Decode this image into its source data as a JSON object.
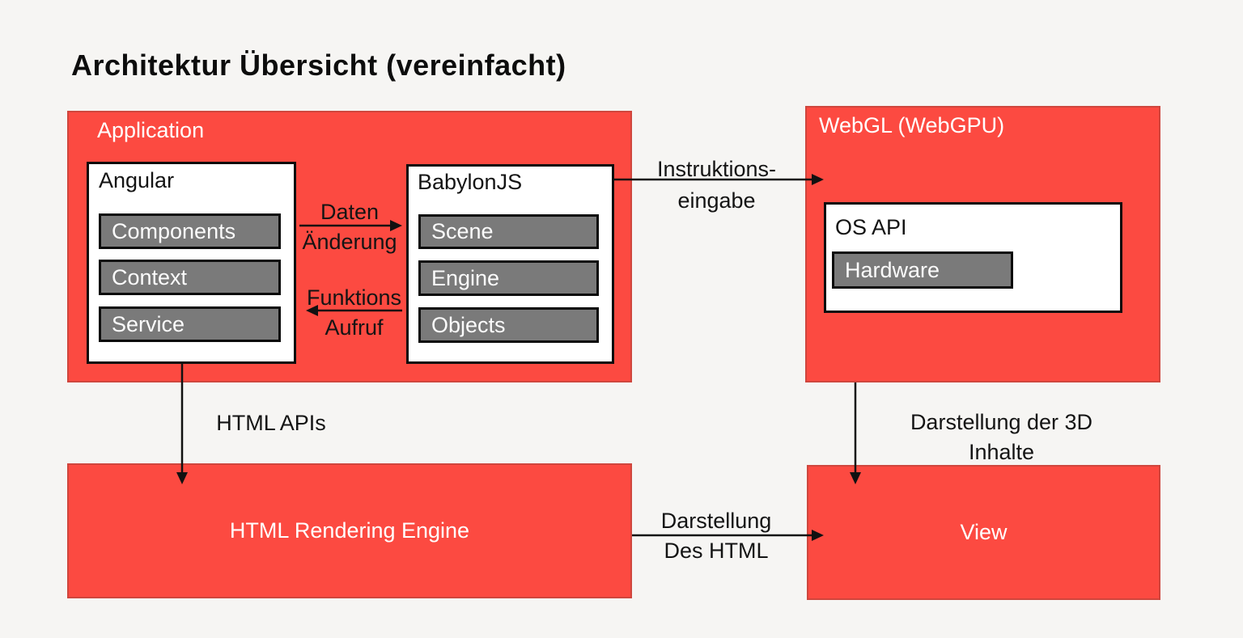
{
  "title": "Architektur Übersicht (vereinfacht)",
  "colors": {
    "background": "#f6f5f3",
    "box_red": "#fc4a41",
    "box_red_border": "#cf463d",
    "chip_gray": "#7a7a7a",
    "box_white": "#ffffff",
    "text_black": "#141414",
    "text_white": "#ffffff",
    "arrow_black": "#111111"
  },
  "application": {
    "label": "Application",
    "angular": {
      "label": "Angular",
      "items": [
        "Components",
        "Context",
        "Service"
      ]
    },
    "babylonjs": {
      "label": "BabylonJS",
      "items": [
        "Scene",
        "Engine",
        "Objects"
      ]
    }
  },
  "webgl": {
    "label": "WebGL (WebGPU)",
    "os_api": {
      "label": "OS API",
      "items": [
        "Hardware"
      ]
    }
  },
  "html_rendering_engine": {
    "label": "HTML Rendering Engine"
  },
  "view": {
    "label": "View"
  },
  "arrows": {
    "daten_aenderung": {
      "line1": "Daten",
      "line2": "Änderung",
      "direction": "right"
    },
    "funktions_aufruf": {
      "line1": "Funktions",
      "line2": "Aufruf",
      "direction": "left"
    },
    "instruktionseingabe": {
      "line1": "Instruktions-",
      "line2": "eingabe",
      "direction": "right"
    },
    "html_apis": {
      "label": "HTML APIs",
      "direction": "down"
    },
    "darstellung_3d": {
      "line1": "Darstellung der 3D",
      "line2": "Inhalte",
      "direction": "down"
    },
    "darstellung_des_html": {
      "line1": "Darstellung",
      "line2": "Des HTML",
      "direction": "right"
    }
  }
}
